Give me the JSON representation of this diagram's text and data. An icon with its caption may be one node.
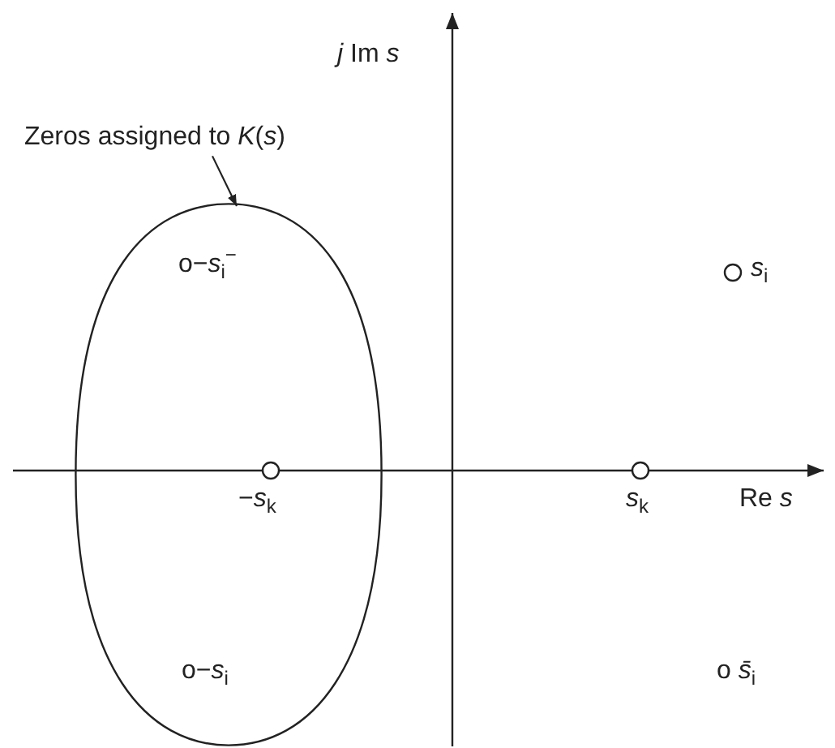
{
  "diagram": {
    "nodes": [
      {
        "text": [
          "Zeros assigned to *K*(*s*)"
        ]
      },
      {
        "text": [],
        "shape": "oval"
      }
    ],
    "edges": [
      {
        "from": 0,
        "to": 1,
        "arrow": "to"
      }
    ],
    "labels": [
      "*j* Im *s*",
      "o−*s*$_{i}$$^{−}$",
      "*s*$_{i}$",
      "−*s*$_{k}$",
      "*s*$_{k}$",
      "Re *s*",
      "o−*s*$_{i}$",
      "o *s̄*$_{i}$"
    ]
  }
}
